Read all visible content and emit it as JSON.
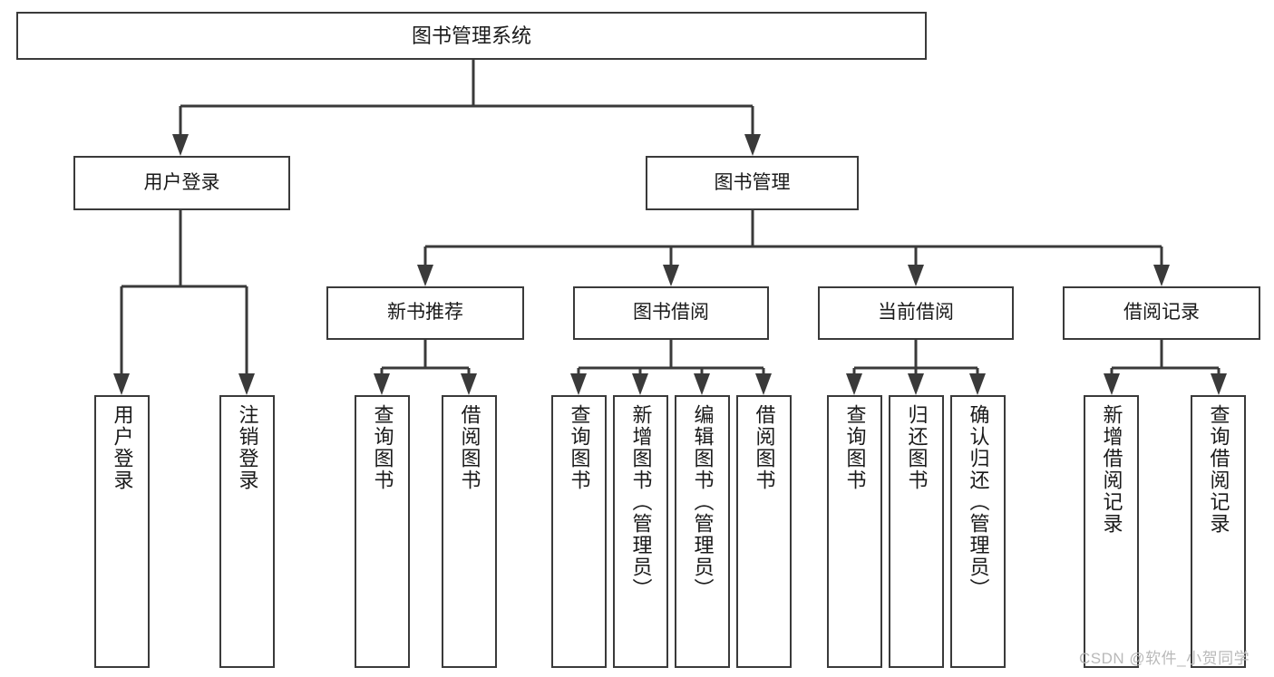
{
  "diagram": {
    "title": "图书管理系统",
    "type": "tree-hierarchy-diagram",
    "watermark": "CSDN @软件_小贺同学",
    "root": {
      "label": "图书管理系统"
    },
    "level1": [
      {
        "label": "用户登录"
      },
      {
        "label": "图书管理"
      }
    ],
    "level2": [
      {
        "label": "新书推荐"
      },
      {
        "label": "图书借阅"
      },
      {
        "label": "当前借阅"
      },
      {
        "label": "借阅记录"
      }
    ],
    "leaves": {
      "user_login": [
        {
          "label": "用户登录"
        },
        {
          "label": "注销登录"
        }
      ],
      "new_book_recommend": [
        {
          "label": "查询图书"
        },
        {
          "label": "借阅图书"
        }
      ],
      "book_borrow": [
        {
          "label": "查询图书"
        },
        {
          "label": "新增图书（管理员）"
        },
        {
          "label": "编辑图书（管理员）"
        },
        {
          "label": "借阅图书"
        }
      ],
      "current_borrow": [
        {
          "label": "查询图书"
        },
        {
          "label": "归还图书"
        },
        {
          "label": "确认归还（管理员）"
        }
      ],
      "borrow_record": [
        {
          "label": "新增借阅记录"
        },
        {
          "label": "查询借阅记录"
        }
      ]
    },
    "colors": {
      "stroke": "#3a3a3a",
      "background": "#ffffff",
      "text": "#1a1a1a",
      "watermark": "#b9b9b9"
    }
  }
}
